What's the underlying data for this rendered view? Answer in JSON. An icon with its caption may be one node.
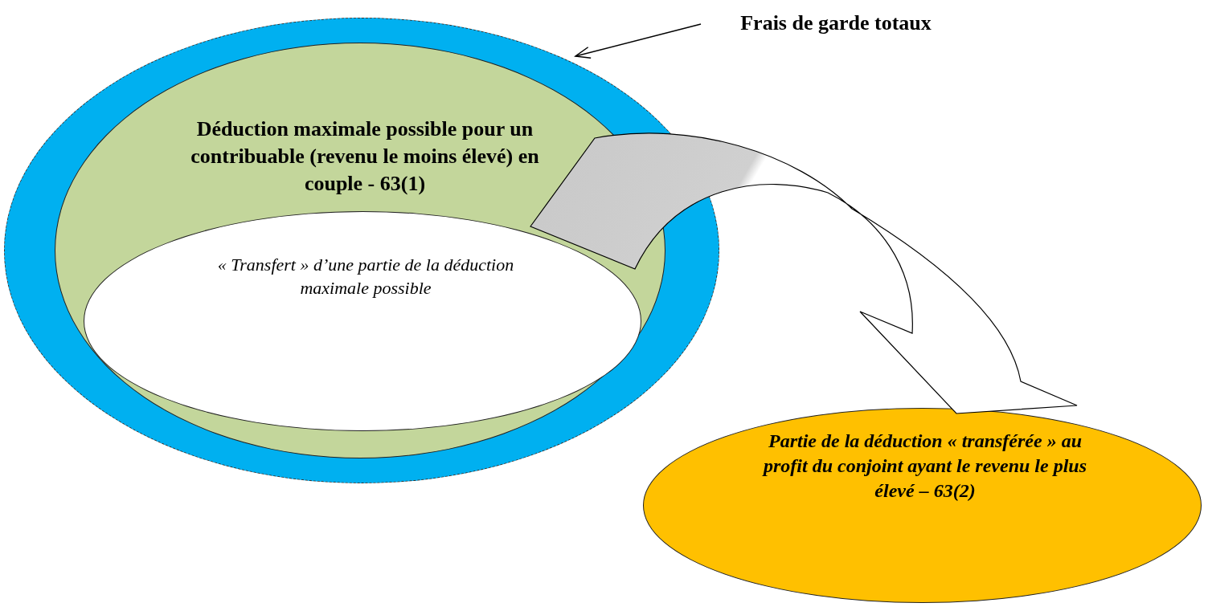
{
  "diagram": {
    "nodes": [
      {
        "text": [
          "Frais de garde totaux"
        ]
      },
      {
        "text": [],
        "shape": "ellipse"
      },
      {
        "text": [
          "Déduction maximale possible pour un contribuable (revenu le moins élevé) en couple - 63(1)"
        ],
        "in": 1
      },
      {
        "text": [
          "« Transfert » d’une partie de la déduction maximale possible"
        ],
        "in": 2
      },
      {
        "text": [
          "Partie de la déduction « transférée » au profit du conjoint ayant le revenu le plus élevé – 63(2)"
        ]
      }
    ],
    "edges": [
      {
        "from": 0,
        "to": 1,
        "arrow": "to"
      },
      {
        "from": 3,
        "to": 4,
        "arrow": "to",
        "style": "thick"
      }
    ]
  }
}
